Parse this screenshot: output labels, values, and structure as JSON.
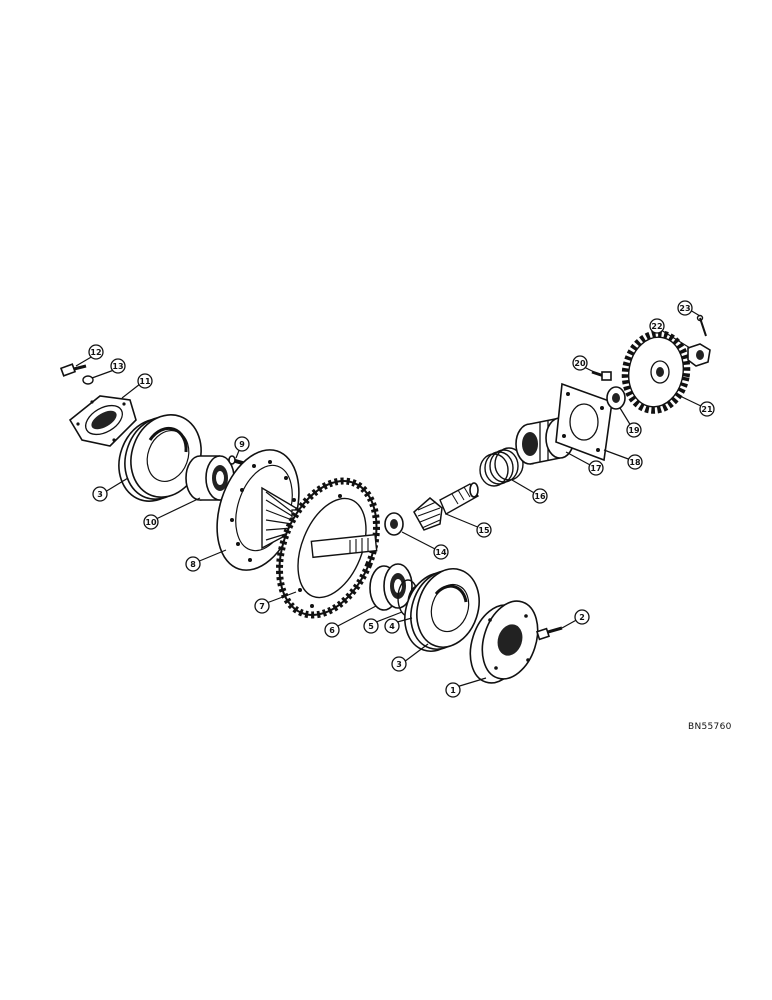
{
  "drawing_code": "BN55760",
  "callouts": [
    {
      "id": "c1",
      "label": "1"
    },
    {
      "id": "c2",
      "label": "2"
    },
    {
      "id": "c3a",
      "label": "3"
    },
    {
      "id": "c3b",
      "label": "3"
    },
    {
      "id": "c4",
      "label": "4"
    },
    {
      "id": "c5",
      "label": "5"
    },
    {
      "id": "c6",
      "label": "6"
    },
    {
      "id": "c7",
      "label": "7"
    },
    {
      "id": "c8",
      "label": "8"
    },
    {
      "id": "c9",
      "label": "9"
    },
    {
      "id": "c10",
      "label": "10"
    },
    {
      "id": "c11",
      "label": "11"
    },
    {
      "id": "c12",
      "label": "12"
    },
    {
      "id": "c13",
      "label": "13"
    },
    {
      "id": "c14",
      "label": "14"
    },
    {
      "id": "c15",
      "label": "15"
    },
    {
      "id": "c16",
      "label": "16"
    },
    {
      "id": "c17",
      "label": "17"
    },
    {
      "id": "c18",
      "label": "18"
    },
    {
      "id": "c19",
      "label": "19"
    },
    {
      "id": "c20",
      "label": "20"
    },
    {
      "id": "c21",
      "label": "21"
    },
    {
      "id": "c22",
      "label": "22"
    },
    {
      "id": "c23",
      "label": "23"
    }
  ]
}
